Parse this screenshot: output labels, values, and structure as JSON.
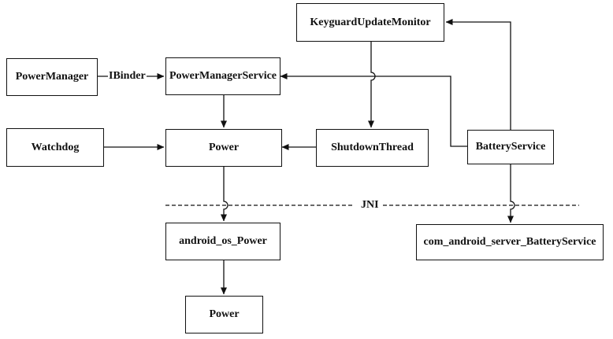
{
  "nodes": {
    "keyguard": "KeyguardUpdateMonitor",
    "power_manager": "PowerManager",
    "power_manager_service": "PowerManagerService",
    "watchdog": "Watchdog",
    "power": "Power",
    "shutdown_thread": "ShutdownThread",
    "battery_service": "BatteryService",
    "android_os_power": "android_os_Power",
    "com_android_server_battery_service": "com_android_server_BatteryService",
    "power_native": "Power"
  },
  "edge_labels": {
    "ibinder": "IBinder",
    "jni": "JNI"
  },
  "colors": {
    "stroke": "#111111",
    "background": "#ffffff"
  }
}
